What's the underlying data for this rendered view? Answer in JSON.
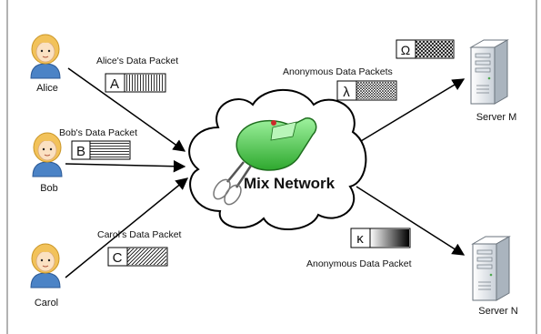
{
  "users": [
    {
      "name": "Alice",
      "packet_caption": "Alice's Data Packet",
      "packet_letter": "A"
    },
    {
      "name": "Bob",
      "packet_caption": "Bob's Data Packet",
      "packet_letter": "B"
    },
    {
      "name": "Carol",
      "packet_caption": "Carol's Data Packet",
      "packet_letter": "C"
    }
  ],
  "mix_network": {
    "label": "Mix Network"
  },
  "servers": [
    {
      "name": "Server M"
    },
    {
      "name": "Server N"
    }
  ],
  "anonymous_packets": {
    "plural_caption": "Anonymous Data Packets",
    "singular_caption": "Anonymous Data Packet",
    "symbols": [
      "Ω",
      "λ",
      "κ"
    ]
  },
  "colors": {
    "mixer_green": "#3fc43f",
    "cloud_stroke": "#000000",
    "server_body": "#eef1f4",
    "hair": "#f2c25a",
    "shirt": "#4b83c6"
  }
}
